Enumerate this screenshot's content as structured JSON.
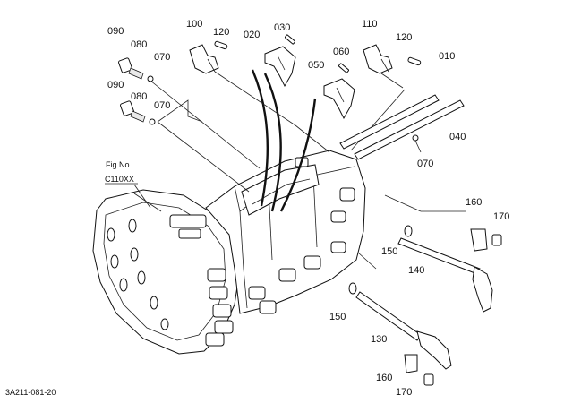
{
  "callouts": [
    {
      "id": "p090a",
      "text": "090"
    },
    {
      "id": "p080a",
      "text": "080"
    },
    {
      "id": "p070a",
      "text": "070"
    },
    {
      "id": "p090b",
      "text": "090"
    },
    {
      "id": "p080b",
      "text": "080"
    },
    {
      "id": "p070b",
      "text": "070"
    },
    {
      "id": "p100",
      "text": "100"
    },
    {
      "id": "p120a",
      "text": "120"
    },
    {
      "id": "p020",
      "text": "020"
    },
    {
      "id": "p030",
      "text": "030"
    },
    {
      "id": "p050",
      "text": "050"
    },
    {
      "id": "p060",
      "text": "060"
    },
    {
      "id": "p110",
      "text": "110"
    },
    {
      "id": "p120b",
      "text": "120"
    },
    {
      "id": "p010",
      "text": "010"
    },
    {
      "id": "p040",
      "text": "040"
    },
    {
      "id": "p070c",
      "text": "070"
    },
    {
      "id": "p160a",
      "text": "160"
    },
    {
      "id": "p170a",
      "text": "170"
    },
    {
      "id": "p150a",
      "text": "150"
    },
    {
      "id": "p140",
      "text": "140"
    },
    {
      "id": "p150b",
      "text": "150"
    },
    {
      "id": "p130",
      "text": "130"
    },
    {
      "id": "p160b",
      "text": "160"
    },
    {
      "id": "p170b",
      "text": "170"
    }
  ],
  "figure_ref": {
    "line1": "Fig.No.",
    "line2": "C110XX"
  },
  "drawing_code": "3A211-081-20"
}
